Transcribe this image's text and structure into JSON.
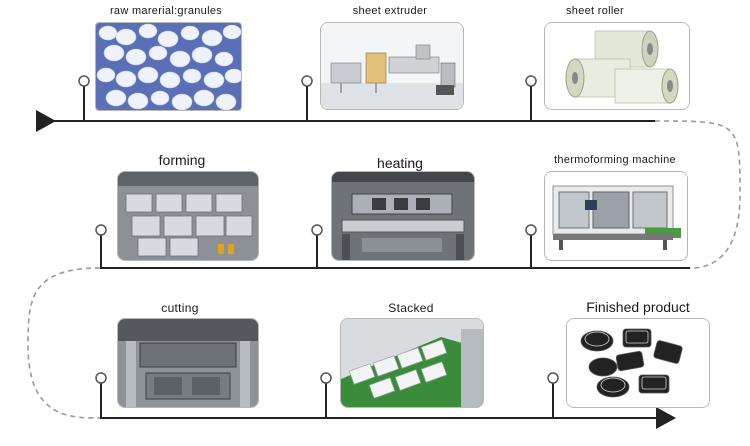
{
  "steps": [
    {
      "id": "raw",
      "label": "raw  marerial:granules"
    },
    {
      "id": "extruder",
      "label": "sheet  extruder"
    },
    {
      "id": "roller",
      "label": "sheet  roller"
    },
    {
      "id": "forming",
      "label": "forming"
    },
    {
      "id": "heating",
      "label": "heating"
    },
    {
      "id": "thermo",
      "label": "thermoforming  machine"
    },
    {
      "id": "cutting",
      "label": "cutting"
    },
    {
      "id": "stacked",
      "label": "Stacked"
    },
    {
      "id": "finished",
      "label": "Finished product"
    }
  ],
  "colors": {
    "line": "#222222",
    "dashed": "#9a9a9a",
    "node_border": "#555555",
    "photo_border": "#b8b8b8"
  },
  "icons": {
    "start_arrow": "triangle-arrow-right",
    "end_arrow": "triangle-arrow-right"
  }
}
